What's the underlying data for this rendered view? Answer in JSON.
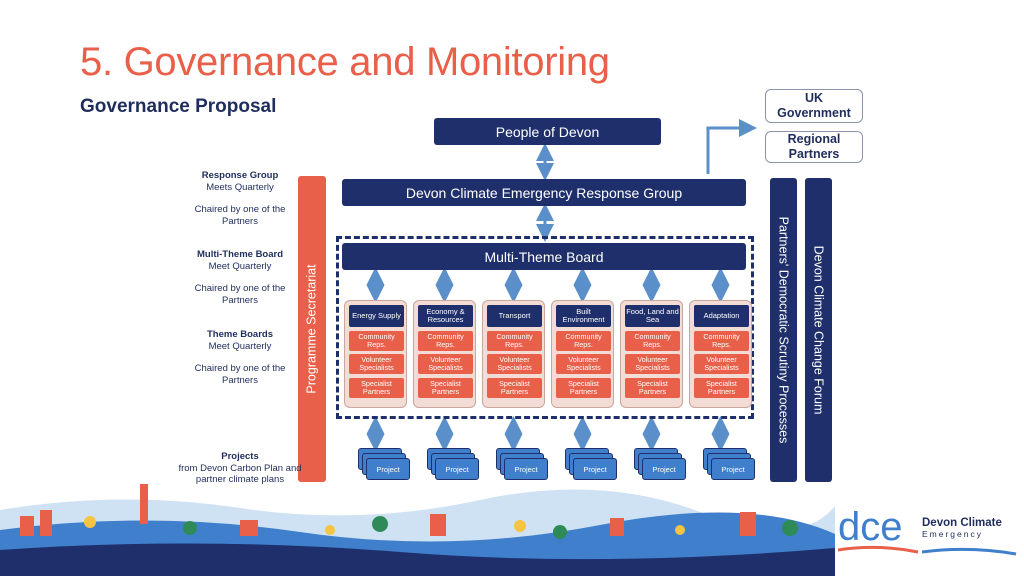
{
  "slide": {
    "title": "5. Governance and Monitoring",
    "subtitle": "Governance Proposal"
  },
  "colors": {
    "accent": "#e8604a",
    "navy": "#1e2f6b",
    "card_bg": "#f4dcd6",
    "arrow": "#5b8fc9",
    "project": "#3f7fcc"
  },
  "external": {
    "uk_government": "UK\nGovernment",
    "regional_partners": "Regional\nPartners"
  },
  "diagram": {
    "people": "People of Devon",
    "response_group": "Devon Climate Emergency Response Group",
    "multi_theme_board": "Multi-Theme Board",
    "secretariat": "Programme Secretariat",
    "scrutiny": "Partners' Democratic Scrutiny Processes",
    "forum": "Devon Climate Change Forum",
    "project_label": "Project"
  },
  "side_labels": {
    "response_title": "Response Group",
    "response_freq": "Meets Quarterly",
    "response_chair": "Chaired by one of the Partners",
    "mtb_title": "Multi-Theme Board",
    "mtb_freq": "Meet Quarterly",
    "mtb_chair": "Chaired by one of the Partners",
    "tb_title": "Theme Boards",
    "tb_freq": "Meet Quarterly",
    "tb_chair": "Chaired by one of the Partners",
    "projects_title": "Projects",
    "projects_desc": "from Devon Carbon Plan and partner climate plans"
  },
  "themes": [
    {
      "name": "Energy Supply"
    },
    {
      "name": "Economy & Resources"
    },
    {
      "name": "Transport"
    },
    {
      "name": "Built Environment"
    },
    {
      "name": "Food, Land and Sea"
    },
    {
      "name": "Adaptation"
    }
  ],
  "theme_members": [
    "Community Reps.",
    "Volunteer Specialists",
    "Specialist Partners"
  ],
  "logo": {
    "mark": "dce",
    "name": "Devon Climate",
    "sub": "Emergency"
  }
}
